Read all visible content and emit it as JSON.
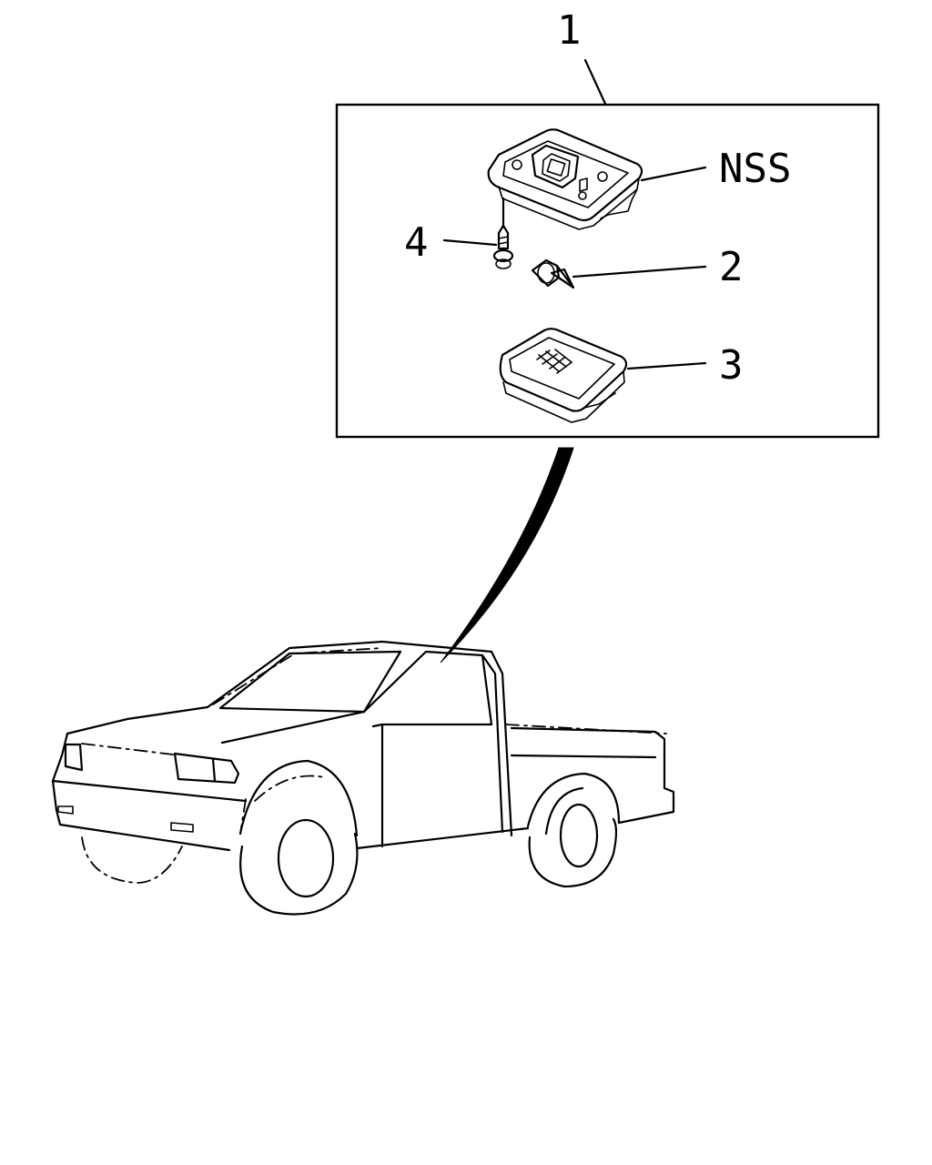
{
  "callouts": {
    "assembly": "1",
    "bulb": "2",
    "lens": "3",
    "screw": "4",
    "housing_note": "NSS"
  },
  "colors": {
    "line": "#000000",
    "background": "#ffffff"
  },
  "icons": {
    "housing": "dome-lamp-housing-icon",
    "bulb": "wedge-bulb-icon",
    "lens": "dome-lamp-lens-icon",
    "screw": "tapping-screw-icon",
    "vehicle": "pickup-truck-icon"
  }
}
